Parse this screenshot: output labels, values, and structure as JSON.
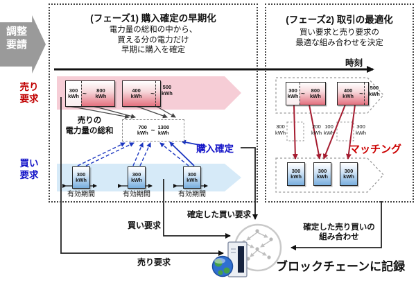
{
  "colors": {
    "sell_red_text": "#c00000",
    "buy_blue_text": "#1414c8",
    "matching_red": "#cc0000",
    "match_line": "#a51c30",
    "pink_band": "#f6cdd6",
    "blue_band": "#d6eaf8",
    "gray_arrow": "#9a9a9a"
  },
  "adjust_arrow": {
    "line1": "調整",
    "line2": "要請"
  },
  "phase1": {
    "title": "(フェーズ1) 購入確定の早期化",
    "desc1": "電力量の総和の中から、",
    "desc2": "買える分の電力だけ",
    "desc3": "早期に購入を確定"
  },
  "phase2": {
    "title": "(フェーズ2) 取引の最適化",
    "desc1": "買い要求と売り要求の",
    "desc2": "最適な組み合わせを決定"
  },
  "timeline": {
    "label": "時刻"
  },
  "side": {
    "sell1": "売り",
    "sell2": "要求",
    "buy1": "買い",
    "buy2": "要求"
  },
  "units": {
    "kwh": "kWh",
    "tilde": "~"
  },
  "sell_offer_a": {
    "min": "300",
    "max": "800"
  },
  "sell_offer_b": {
    "min": "400",
    "max": "500"
  },
  "sum_box": {
    "min": "700",
    "max": "1300",
    "caption1": "売りの",
    "caption2": "電力量の総和"
  },
  "buy_offer": {
    "amount": "300"
  },
  "valid_period_label": "有効期間",
  "purchase_confirm_label": "購入確定",
  "matching": {
    "label": "マッチング",
    "m1": "300",
    "m2": "200",
    "m3": "100",
    "m4": "300"
  },
  "flows": {
    "buy": "買い要求",
    "sell": "売り要求",
    "confirmed_buy": "確定した買い要求",
    "pairs1": "確定した売り買いの",
    "pairs2": "組み合わせ",
    "record": "ブロックチェーンに記録"
  }
}
